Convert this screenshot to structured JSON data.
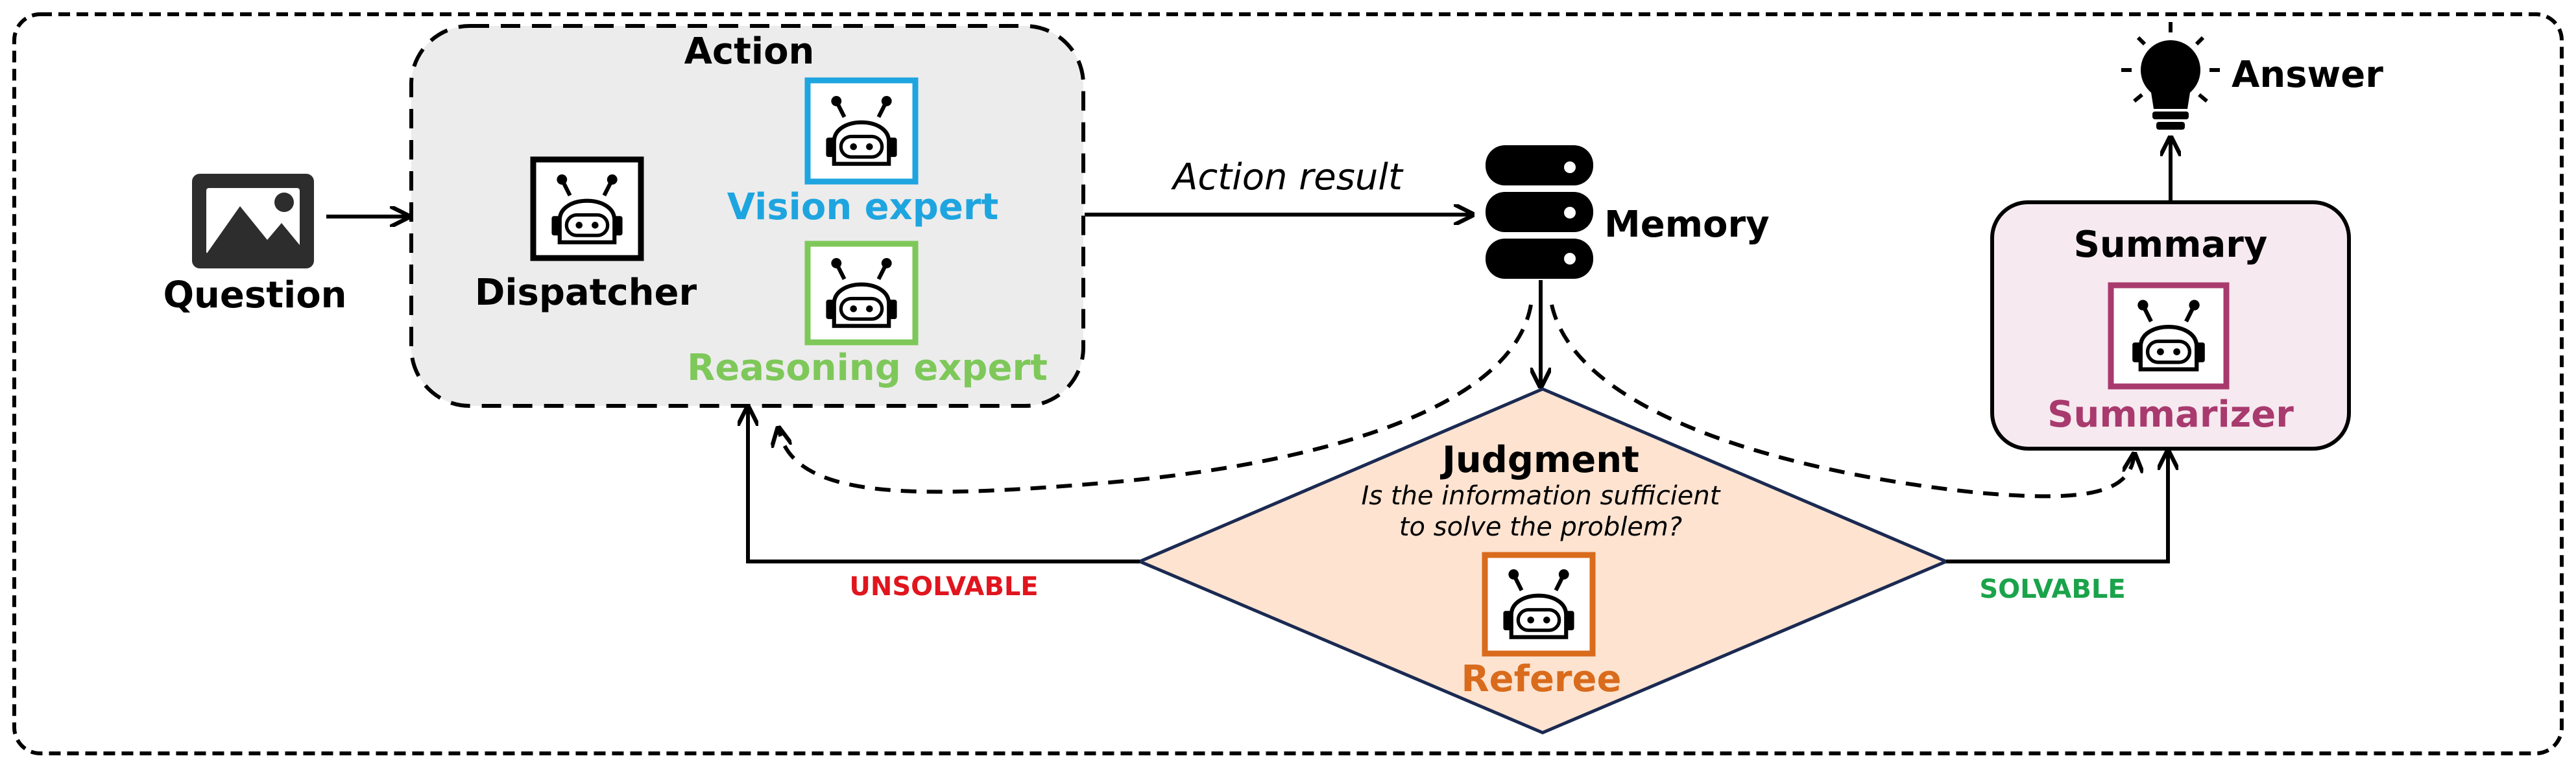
{
  "question": {
    "label": "Question"
  },
  "action": {
    "title": "Action",
    "dispatcher": "Dispatcher",
    "vision_expert": "Vision expert",
    "reasoning_expert": "Reasoning expert"
  },
  "edge_label": "Action result",
  "memory": {
    "label": "Memory"
  },
  "judgment": {
    "title": "Judgment",
    "question_line1": "Is the information sufficient",
    "question_line2": "to solve the problem?",
    "referee": "Referee"
  },
  "unsolvable": "UNSOLVABLE",
  "solvable": "SOLVABLE",
  "summary": {
    "title": "Summary",
    "summarizer": "Summarizer"
  },
  "answer": {
    "label": "Answer"
  },
  "colors": {
    "vision": "#1ea5e0",
    "reasoning": "#7ec85a",
    "referee": "#d96b1c",
    "referee_fill": "#fde3d0",
    "summarizer": "#a83a6e",
    "summary_fill": "#f6e9ef",
    "action_fill": "#ececec",
    "unsolvable": "#e0151e",
    "solvable": "#1aa34a",
    "diamond_border": "#1b2a52"
  }
}
